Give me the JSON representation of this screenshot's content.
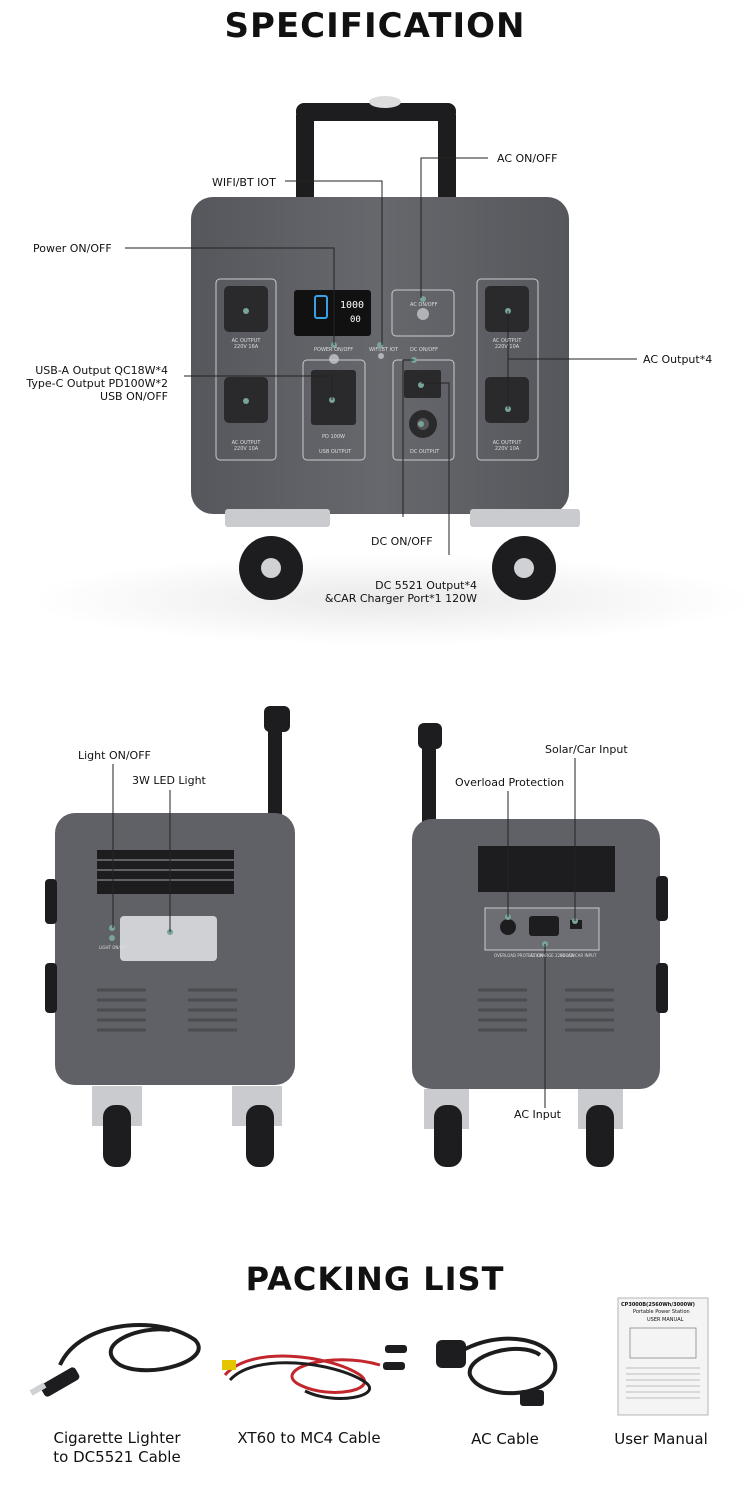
{
  "spec_title": "SPECIFICATION",
  "front_callouts": {
    "wifi": "WIFI/BT IOT",
    "ac_onoff": "AC ON/OFF",
    "power_onoff": "Power ON/OFF",
    "usb_line1": "USB-A Output QC18W*4",
    "usb_line2": "Type-C Output PD100W*2",
    "usb_line3": "USB ON/OFF",
    "ac_output": "AC Output*4",
    "dc_onoff": "DC ON/OFF",
    "dc5521_line1": "DC 5521 Output*4",
    "dc5521_line2": "&CAR Charger Port*1 120W"
  },
  "panel_text": {
    "ac_output_1": "AC OUTPUT",
    "ac_output_1b": "220V 16A",
    "ac_output_2": "AC OUTPUT",
    "ac_output_2b": "220V 10A",
    "ac_output_3": "AC OUTPUT",
    "ac_output_3b": "220V 10A",
    "ac_output_4": "AC OUTPUT",
    "ac_output_4b": "220V 10A",
    "power_onoff": "POWER ON/OFF",
    "wifi_bt": "WIFI/BT IOT",
    "dc_onoff": "DC ON/OFF",
    "ac_onoff": "AC ON/OFF",
    "pd100w": "PD 100W",
    "usb_output": "USB OUTPUT",
    "dc_output": "DC OUTPUT",
    "display_main": "1000",
    "display_sub": "00",
    "light_onoff": "LIGHT ON/OFF",
    "overload": "OVERLOAD PROTECTION",
    "ac_charge": "AC CHARGE 220V 10A",
    "solar_input": "SOLAR/CAR INPUT"
  },
  "side_callouts": {
    "light_onoff": "Light ON/OFF",
    "led_light": "3W LED Light",
    "solar_car": "Solar/Car Input",
    "overload": "Overload Protection",
    "ac_input": "AC Input"
  },
  "packing_title": "PACKING LIST",
  "packing_items": {
    "item1_line1": "Cigarette Lighter",
    "item1_line2": "to DC5521 Cable",
    "item2": "XT60 to MC4 Cable",
    "item3": "AC Cable",
    "item4": "User Manual"
  },
  "manual_cover": {
    "model": "CP3000B(2560Wh/3000W)",
    "product": "Portable Power Station",
    "heading": "USER MANUAL"
  },
  "colors": {
    "body": "#5f6166",
    "panel_border": "#c9cbcf",
    "callout_dot": "#7aa39a",
    "line": "#222222",
    "cable_red": "#c1272d"
  }
}
